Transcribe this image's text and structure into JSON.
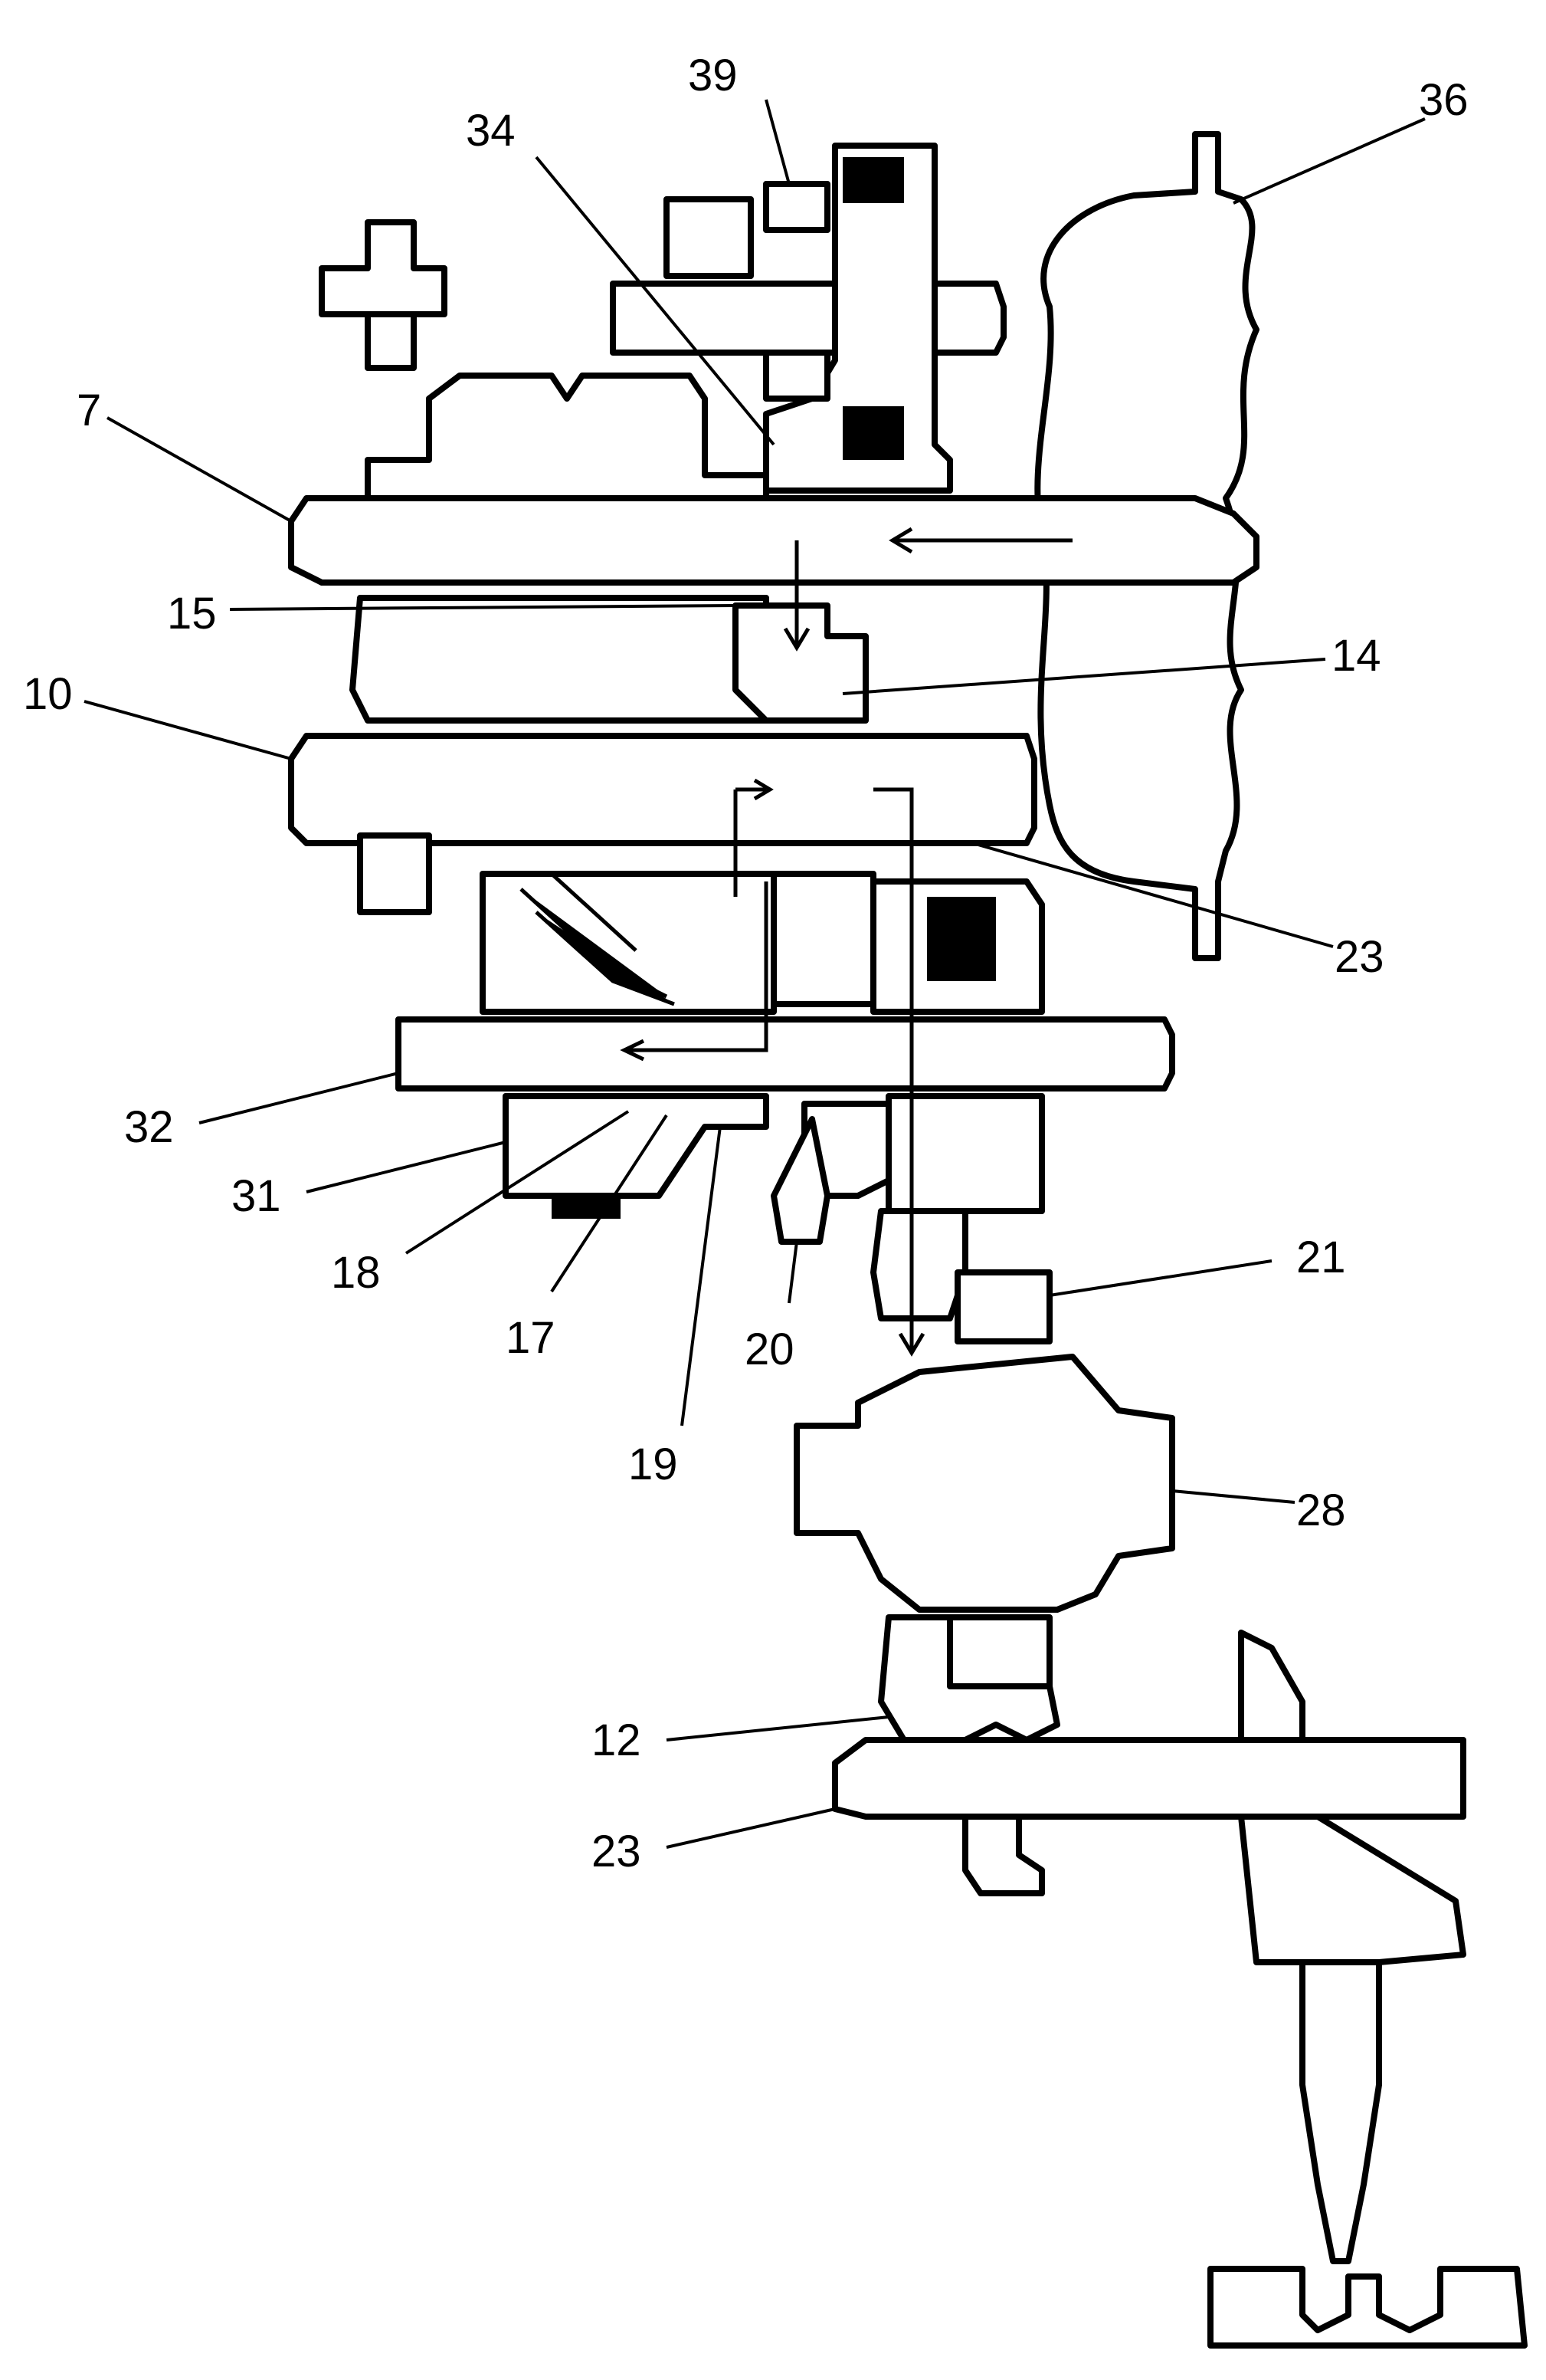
{
  "diagram": {
    "callouts": [
      {
        "id": "c39",
        "text": "39"
      },
      {
        "id": "c36",
        "text": "36"
      },
      {
        "id": "c34",
        "text": "34"
      },
      {
        "id": "c7",
        "text": "7"
      },
      {
        "id": "c15",
        "text": "15"
      },
      {
        "id": "c14",
        "text": "14"
      },
      {
        "id": "c10",
        "text": "10"
      },
      {
        "id": "c23a",
        "text": "23"
      },
      {
        "id": "c32",
        "text": "32"
      },
      {
        "id": "c31",
        "text": "31"
      },
      {
        "id": "c18",
        "text": "18"
      },
      {
        "id": "c17",
        "text": "17"
      },
      {
        "id": "c20",
        "text": "20"
      },
      {
        "id": "c19",
        "text": "19"
      },
      {
        "id": "c21",
        "text": "21"
      },
      {
        "id": "c28",
        "text": "28"
      },
      {
        "id": "c12",
        "text": "12"
      },
      {
        "id": "c23b",
        "text": "23"
      }
    ]
  }
}
